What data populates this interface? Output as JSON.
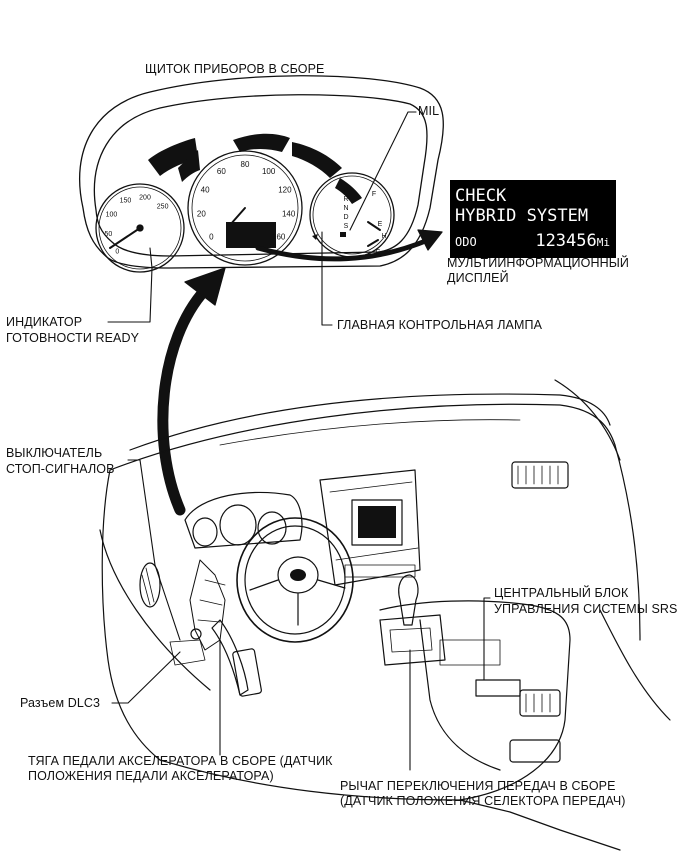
{
  "labels": {
    "cluster": "ЩИТОК ПРИБОРОВ В СБОРЕ",
    "mil": "MIL",
    "multi_display_1": "МУЛЬТИИНФОРМАЦИОННЫЙ",
    "multi_display_2": "ДИСПЛЕЙ",
    "ready_1": "ИНДИКАТОР",
    "ready_2": "ГОТОВНОСТИ READY",
    "master_lamp": "ГЛАВНАЯ КОНТРОЛЬНАЯ ЛАМПА",
    "stop_switch_1": "ВЫКЛЮЧАТЕЛЬ",
    "stop_switch_2": "СТОП-СИГНАЛОВ",
    "srs_1": "ЦЕНТРАЛЬНЫЙ БЛОК",
    "srs_2": "УПРАВЛЕНИЯ СИСТЕМЫ SRS",
    "dlc3": "Разъем DLC3",
    "pedal_1": "ТЯГА ПЕДАЛИ АКСЕЛЕРАТОРА В СБОРЕ (ДАТЧИК",
    "pedal_2": "ПОЛОЖЕНИЯ ПЕДАЛИ АКСЕЛЕРАТОРА)",
    "shift_1": "РЫЧАГ ПЕРЕКЛЮЧЕНИЯ ПЕРЕДАЧ В СБОРЕ",
    "shift_2": "(ДАТЧИК ПОЛОЖЕНИЯ СЕЛЕКТОРА ПЕРЕДАЧ)"
  },
  "display": {
    "line1": "CHECK",
    "line2": "HYBRID SYSTEM",
    "odo_label": "ODO",
    "odo_value": "123456",
    "odo_unit": "Mi"
  },
  "speedometer_ticks": [
    "0",
    "20",
    "40",
    "60",
    "80",
    "100",
    "120",
    "140",
    "160"
  ],
  "power_meter_ticks": [
    "0",
    "50",
    "100",
    "150",
    "200",
    "250"
  ],
  "gear_letters": [
    "P",
    "R",
    "N",
    "D",
    "S"
  ],
  "fuel_marks": [
    "F",
    "E"
  ],
  "temp_marks": [
    "H",
    "C"
  ]
}
